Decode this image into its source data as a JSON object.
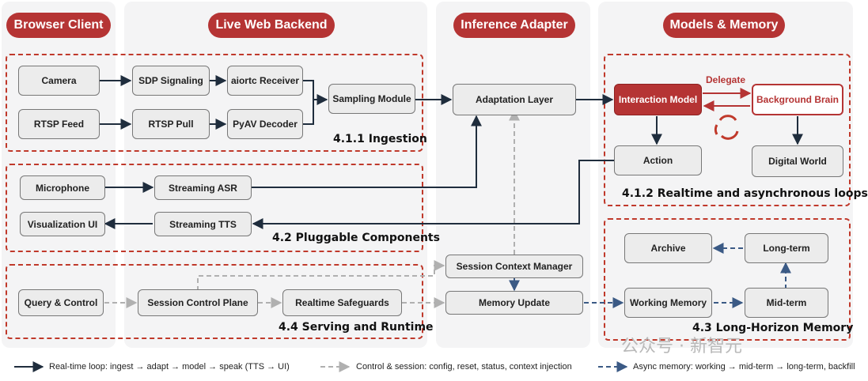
{
  "columns": {
    "browser": "Browser Client",
    "backend": "Live Web Backend",
    "adapter": "Inference Adapter",
    "models": "Models & Memory"
  },
  "groups": {
    "ingestion": "4.1.1 Ingestion",
    "pluggable": "4.2 Pluggable Components",
    "serving": "4.4 Serving and Runtime",
    "realtime": "4.1.2 Realtime and asynchronous loops",
    "memory": "4.3 Long-Horizon Memory"
  },
  "boxes": {
    "camera": "Camera",
    "rtsp_feed": "RTSP Feed",
    "sdp": "SDP Signaling",
    "aiortc": "aiortc Receiver",
    "rtsp_pull": "RTSP Pull",
    "pyav": "PyAV Decoder",
    "sampling": "Sampling Module",
    "adaptation": "Adaptation Layer",
    "interaction": "Interaction Model",
    "background": "Background Brain",
    "action": "Action",
    "digital_world": "Digital World",
    "microphone": "Microphone",
    "asr": "Streaming ASR",
    "viz": "Visualization UI",
    "tts": "Streaming TTS",
    "query": "Query & Control",
    "scp": "Session Control Plane",
    "safeguards": "Realtime Safeguards",
    "scm": "Session Context Manager",
    "memupdate": "Memory Update",
    "working": "Working Memory",
    "midterm": "Mid-term",
    "longterm": "Long-term",
    "archive": "Archive"
  },
  "delegate_label": "Delegate",
  "legend": {
    "realtime": "Real-time loop: ingest → adapt → model → speak (TTS → UI)",
    "control": "Control & session: config, reset, status, context injection",
    "async": "Async memory: working → mid-term → long-term, backfill"
  },
  "watermark": "公众号 · 新智元",
  "colors": {
    "accent": "#b53434",
    "solid": "#1f2d3d",
    "control": "#b0b0b0",
    "async": "#3b5a85"
  }
}
